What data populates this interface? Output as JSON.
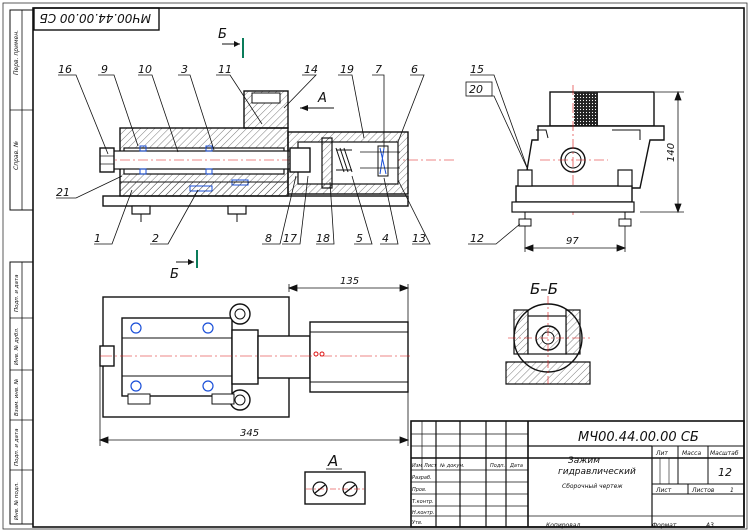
{
  "drawing": {
    "designation": "МЧ00.44.00.00 СБ",
    "designation_rotated": "МЧ00.44.00.00 СБ",
    "title_line1": "Зажим",
    "title_line2": "гидравлический",
    "title_line3": "Сборочный чертеж",
    "sheet_number": "12",
    "copied_by": "Копировал",
    "format": "Формат",
    "format_value": "А3",
    "sheet_label": "Лист",
    "sheets_label": "Листов",
    "sheets_value": "1"
  },
  "title_block": {
    "col_headers": [
      "Изм",
      "Лист",
      "№ докум.",
      "Подп.",
      "Дата"
    ],
    "row_labels": [
      "Разраб.",
      "Пров.",
      "Т.контр.",
      "",
      "Н.контр.",
      "Утв."
    ],
    "lit": "Лит",
    "mass": "Масса",
    "scale": "Масштаб"
  },
  "left_margin": {
    "labels": [
      "Перв. примен.",
      "Справ. №",
      "Подп. и дата",
      "Инв. № дубл.",
      "Взам. инв. №",
      "Подп. и дата",
      "Инв. № подл."
    ]
  },
  "views": {
    "section_mark": "Б",
    "section_title": "Б–Б",
    "view_arrow": "А",
    "view_title": "А"
  },
  "dimensions": {
    "height": "140",
    "width_side": "97",
    "top_partial": "135",
    "overall_length": "345"
  },
  "callouts": {
    "top": [
      "16",
      "9",
      "10",
      "3",
      "11",
      "14",
      "19",
      "7",
      "6"
    ],
    "bottom": [
      "21",
      "1",
      "2",
      "8",
      "17",
      "18",
      "5",
      "4",
      "13"
    ],
    "side_top": [
      "15",
      "20"
    ],
    "side_bottom": "12"
  }
}
